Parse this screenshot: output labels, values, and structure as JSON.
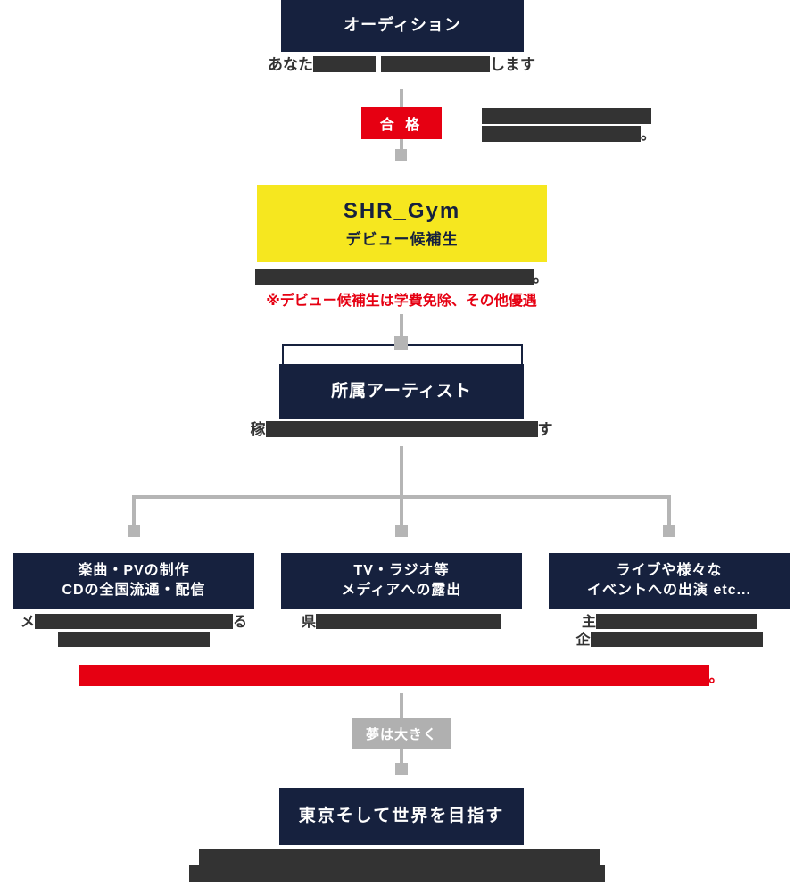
{
  "palette": {
    "navy": "#16213e",
    "red": "#e60012",
    "yellow": "#f6e71f",
    "connector_gray": "#b5b5b5",
    "dream_gray": "#b0b0b0",
    "dark_text": "#333333"
  },
  "flow": {
    "audition": {
      "title": "オーディション"
    },
    "audition_caption": {
      "prefix": "あなた",
      "suffix": "します"
    },
    "pass": {
      "label": "合 格"
    },
    "pass_note": {
      "suffix": "。"
    },
    "gym": {
      "title": "SHR_Gym",
      "subtitle": "デビュー候補生"
    },
    "gym_caption": {
      "suffix": "。"
    },
    "gym_note": "※デビュー候補生は学費免除、その他優遇",
    "artist": {
      "title": "所属アーティスト"
    },
    "artist_caption": {
      "prefix": "稼",
      "suffix": "す"
    },
    "branches": [
      {
        "line1": "楽曲・PVの制作",
        "line2": "CDの全国流通・配信",
        "caption1_prefix": "メ",
        "caption1_suffix": "る"
      },
      {
        "line1": "TV・ラジオ等",
        "line2": "メディアへの露出",
        "caption1_prefix": "県"
      },
      {
        "line1": "ライブや様々な",
        "line2": "イベントへの出演 etc...",
        "caption1_prefix": "主",
        "caption2_prefix": "企"
      }
    ],
    "banner_suffix": "。",
    "dream_label": "夢は大きく",
    "goal": {
      "title": "東京そして世界を目指す"
    }
  }
}
